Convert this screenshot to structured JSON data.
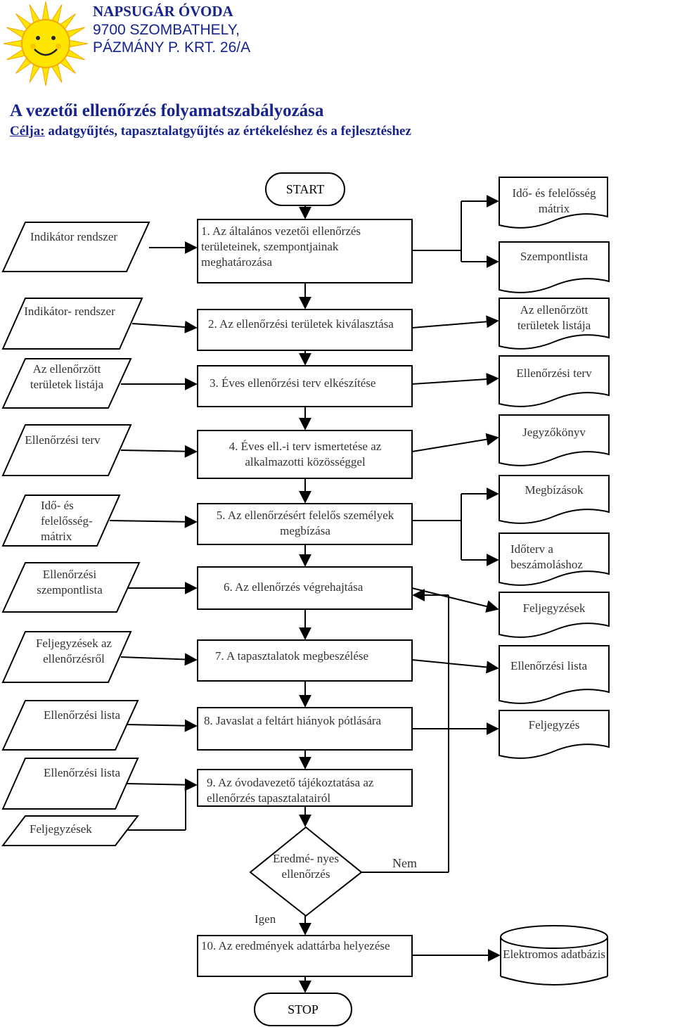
{
  "header": {
    "org_name": "NAPSUGÁR ÓVODA",
    "address_line1": "9700 SZOMBATHELY,",
    "address_line2": "PÁZMÁNY P. KRT. 26/A"
  },
  "title": "A vezetői ellenőrzés folyamatszabályozása",
  "subtitle": {
    "label": "Célja:",
    "text": " adatgyűjtés, tapasztalatgyűjtés az értékeléshez és a fejlesztéshez"
  },
  "flow": {
    "start": "START",
    "stop": "STOP",
    "steps": [
      "1. Az általános vezetői ellenőrzés\nterületeinek, szempontjainak\nmeghatározása",
      "2. Az ellenőrzési területek\nkiválasztása",
      "3. Éves ellenőrzési terv elkészítése",
      "4. Éves ell.-i terv ismertetése az\nalkalmazotti közösséggel",
      "5. Az ellenőrzésért felelős személyek\nmegbízása",
      "6. Az ellenőrzés végrehajtása",
      "7. A tapasztalatok megbeszélése",
      "8. Javaslat a feltárt hiányok pótlására",
      "9. Az óvodavezető tájékoztatása az\nellenőrzés tapasztalatairól",
      "10. Az eredmények adattárba\nhelyezése"
    ],
    "decision": "Eredmé-\nnyes\nellenőrzés",
    "yes_label": "Igen",
    "no_label": "Nem"
  },
  "inputs": [
    "Indikátor\nrendszer",
    "Indikátor-\n\nrendszer",
    "Az ellenőrzött\nterületek\nlistája",
    "Ellenőrzési\n\nterv",
    "Idő- és\nfelelősség-\nmátrix",
    "Ellenőrzési\nszempontlista",
    "Feljegyzések\naz\nellenőrzésről",
    "Ellenőrzési\nlista",
    "Ellenőrzési\nlista",
    "Feljegyzések"
  ],
  "outputs": [
    "Idő- és felelősség\nmátrix",
    "Szempontlista",
    "Az ellenőrzött\nterületek listája",
    "Ellenőrzési terv",
    "Jegyzőkönyv",
    "Megbízások",
    "Időterv a\nbeszámoláshoz",
    "Feljegyzések",
    "Ellenőrzési\nlista",
    "Feljegyzés"
  ],
  "database": "Elektromos\nadatbázis",
  "colors": {
    "heading": "#17238e",
    "sun_yellow": "#ffe600",
    "sun_orange": "#f5a800"
  },
  "icons": {
    "logo": "sun-logo"
  }
}
